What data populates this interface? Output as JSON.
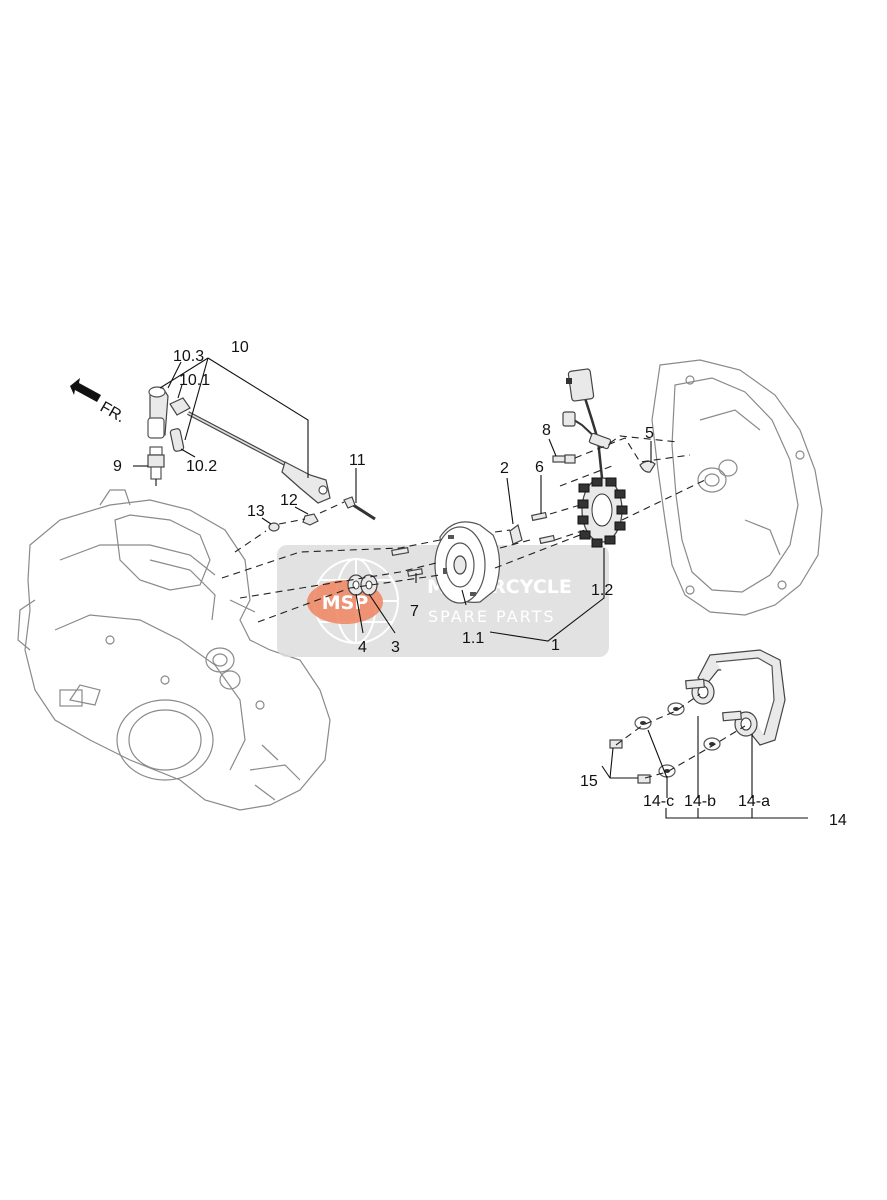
{
  "watermark": {
    "logo": "MSP",
    "title": "MOTORCYCLE",
    "subtitle": "SPARE PARTS",
    "accent_color": "#f08a68"
  },
  "direction": {
    "label": "FR.",
    "icon": "front-arrow-icon"
  },
  "callouts": {
    "c10": "10",
    "c10_3": "10.3",
    "c10_1": "10.1",
    "c10_2": "10.2",
    "c9": "9",
    "c11": "11",
    "c12": "12",
    "c13": "13",
    "c2": "2",
    "c6": "6",
    "c8": "8",
    "c5": "5",
    "c7": "7",
    "c4": "4",
    "c3": "3",
    "c1_2": "1.2",
    "c1_1": "1.1",
    "c1": "1",
    "c15": "15",
    "c14c": "14-c",
    "c14b": "14-b",
    "c14a": "14-a",
    "c14": "14"
  }
}
